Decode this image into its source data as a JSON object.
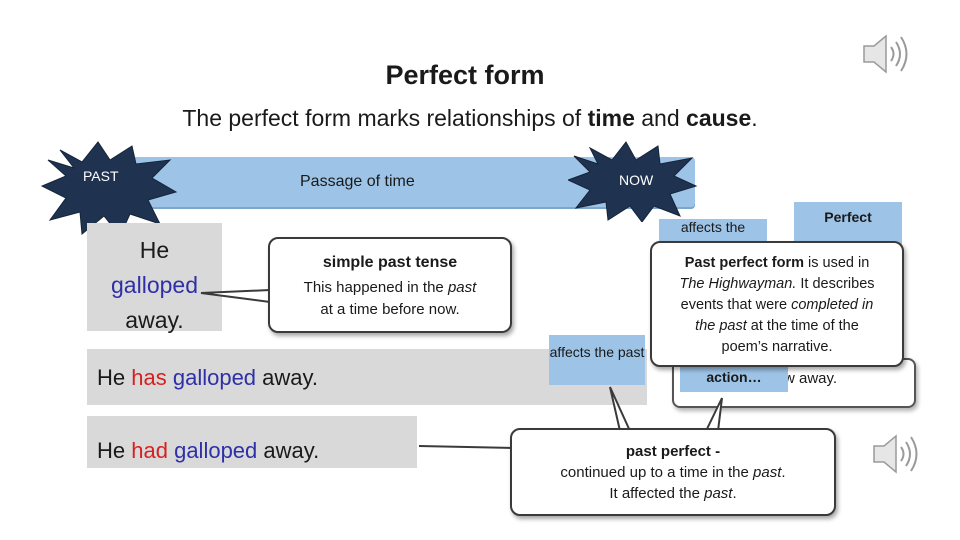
{
  "title": "Perfect form",
  "subtitle": {
    "prefix": "The perfect form marks relationships of ",
    "time": "time",
    "and": " and ",
    "cause": "cause",
    "period": "."
  },
  "timeline": {
    "past_label": "PAST",
    "now_label": "NOW",
    "passage_label": "Passage of time"
  },
  "examples": {
    "simple": {
      "he": "He",
      "verb": "galloped",
      "away": "away."
    },
    "present_perfect": {
      "he": "He ",
      "aux": "has",
      "verb": " galloped",
      "away": " away."
    },
    "past_perfect": {
      "he": "He ",
      "aux": "had",
      "verb": " galloped",
      "away": " away."
    }
  },
  "callouts": {
    "simple_past": {
      "heading": "simple past tense",
      "line1": "This happened in the ",
      "line1_em": "past",
      "line2": "at a time before now."
    },
    "past_perfect_used": {
      "bold": "Past perfect form",
      "t1": " is used in",
      "em1": "The Highwayman.",
      "t2": " It describes",
      "t3": "events that were ",
      "em2": "completed in",
      "em3": "the past",
      "t4": " at the time of the",
      "t5": "poem’s narrative."
    },
    "past_perfect_def": {
      "heading": "past perfect -",
      "line2a": "continued up to a time in the ",
      "line2_em": "past",
      "line2b": ".",
      "line3a": "It affected the ",
      "line3_em": "past",
      "line3b": "."
    }
  },
  "boxes": {
    "affects_past": "affects the past",
    "affects_now_peek": "affects the",
    "perfect": "Perfect",
    "action": "action…",
    "tail": "w away."
  },
  "colors": {
    "timeline": "#9dc3e6",
    "burst": "#1f3350",
    "grey_panel": "#d9d9d9",
    "verb_blue": "#2f2fa8",
    "aux_red": "#d82020"
  },
  "icons": [
    "speaker-icon",
    "speaker-icon"
  ]
}
